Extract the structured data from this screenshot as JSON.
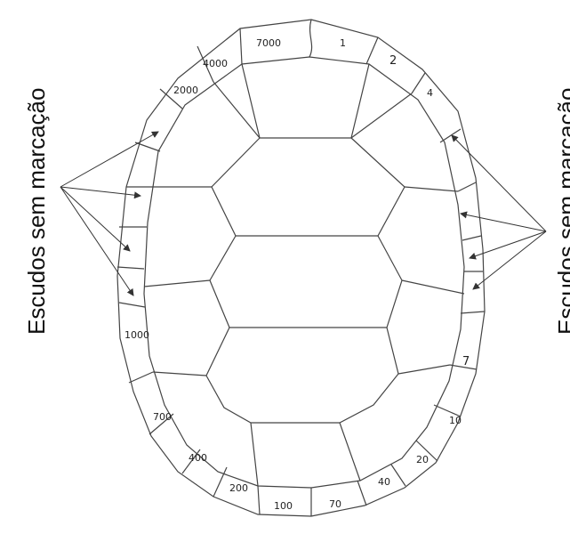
{
  "labels": {
    "left": "Escudos sem marcação",
    "right": "Escudos sem marcação"
  },
  "scute_numbers": {
    "n7000": "7000",
    "n1": "1",
    "n2": "2",
    "n4000": "4000",
    "n2000": "2000",
    "n4": "4",
    "n1000": "1000",
    "n700": "700",
    "n400": "400",
    "n200": "200",
    "n100": "100",
    "n70": "70",
    "n40": "40",
    "n20": "20",
    "n10": "10",
    "n7": "7"
  },
  "colors": {
    "line": "#444444",
    "text": "#222222",
    "background": "#ffffff"
  }
}
